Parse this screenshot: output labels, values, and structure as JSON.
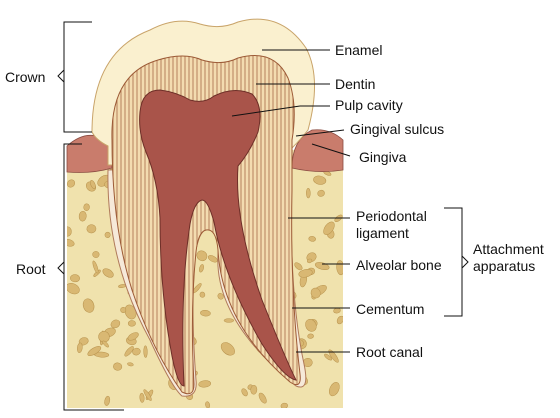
{
  "diagram": {
    "labels": {
      "crown": "Crown",
      "root": "Root",
      "enamel": "Enamel",
      "dentin": "Dentin",
      "pulp_cavity": "Pulp cavity",
      "gingival_sulcus": "Gingival sulcus",
      "gingiva": "Gingiva",
      "periodontal_ligament_1": "Periodontal",
      "periodontal_ligament_2": "ligament",
      "alveolar_bone": "Alveolar bone",
      "cementum": "Cementum",
      "root_canal": "Root canal",
      "attachment_1": "Attachment",
      "attachment_2": "apparatus"
    },
    "colors": {
      "enamel": "#faf0cf",
      "dentin": "#f3dcb0",
      "dentin_lines": "#9c5a36",
      "pulp": "#a9544a",
      "gingiva": "#c97c6c",
      "bone": "#f0e2ad",
      "bone_holes": "#d9b873",
      "ligament": "#f6e9d9"
    }
  }
}
